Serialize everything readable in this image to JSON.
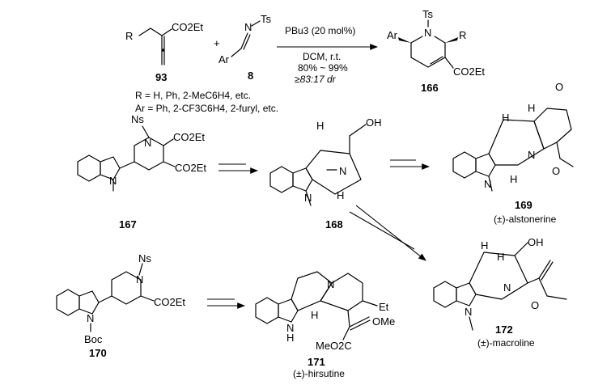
{
  "reaction": {
    "reagent_93_R": "R",
    "reagent_93_ester": "CO2Et",
    "reagent_93_label": "93",
    "plus": "+",
    "reagent_8_Ts": "Ts",
    "reagent_8_N": "N",
    "reagent_8_Ar": "Ar",
    "reagent_8_label": "8",
    "condition_catalyst": "PBu3 (20 mol%)",
    "condition_solvent": "DCM, r.t.",
    "condition_yield": "80% ~ 99%",
    "condition_dr": "≥83:17 dr",
    "product_Ts": "Ts",
    "product_N": "N",
    "product_Ar": "Ar",
    "product_R": "R",
    "product_ester": "CO2Et",
    "product_label": "166",
    "scope_R": "R = H, Ph, 2-MeC6H4, etc.",
    "scope_Ar": "Ar = Ph, 2-CF3C6H4, 2-furyl, etc."
  },
  "compounds": {
    "c167": {
      "label": "167",
      "Ns": "Ns",
      "N": "N",
      "ester1": "CO2Et",
      "ester2": "CO2Et",
      "indole_N": "N"
    },
    "c168": {
      "label": "168",
      "OH": "OH",
      "H1": "H",
      "H2": "H",
      "N": "N",
      "indole_N": "N"
    },
    "c169": {
      "label": "169",
      "name": "(±)-alstonerine",
      "H1": "H",
      "H2": "H",
      "H3": "H",
      "O": "O",
      "N": "N",
      "indole_N": "N"
    },
    "c170": {
      "label": "170",
      "Ns": "Ns",
      "N": "N",
      "Boc": "Boc",
      "ester": "CO2Et",
      "indole_N": "N"
    },
    "c171": {
      "label": "171",
      "name": "(±)-hirsutine",
      "N": "N",
      "NH_N": "N",
      "NH_H": "H",
      "H": "H",
      "Et": "Et",
      "OMe": "OMe",
      "ester": "MeO2C"
    },
    "c172": {
      "label": "172",
      "name": "(±)-macroline",
      "H1": "H",
      "H2": "H",
      "OH": "OH",
      "N": "N",
      "indole_N": "N"
    }
  }
}
